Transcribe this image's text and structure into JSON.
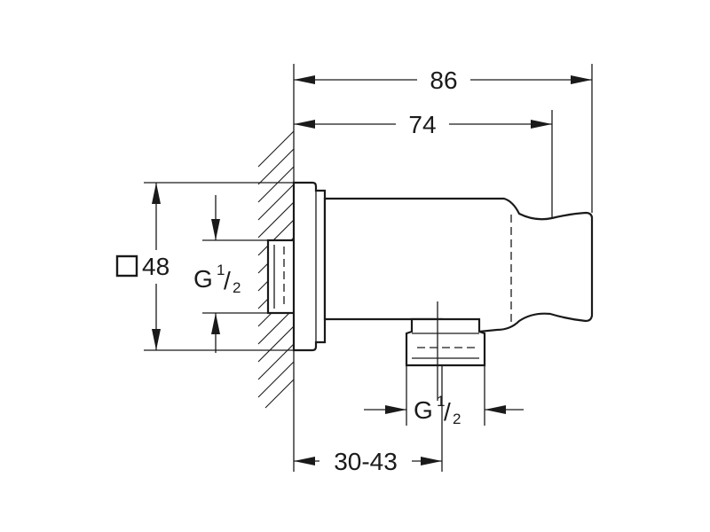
{
  "drawing": {
    "dimensions": {
      "overall_length": "86",
      "holder_length": "74",
      "wall_projection": "30-43",
      "plate_size": "48",
      "thread_wall": {
        "main": "G",
        "fraction_num": "1",
        "fraction_sep": "/",
        "fraction_den": "2"
      },
      "thread_outlet": {
        "main": "G",
        "fraction_num": "1",
        "fraction_sep": "/",
        "fraction_den": "2"
      }
    },
    "symbols": {
      "square": "square-icon"
    }
  }
}
